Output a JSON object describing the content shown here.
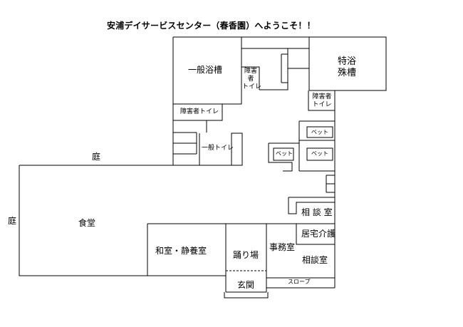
{
  "title": "安浦デイサービスセンター（春香園）へようこそ！！",
  "rooms": {
    "ippan_yokuso": "一般浴槽",
    "shogai_toilet_upper": [
      "障害",
      "者",
      "トイレ"
    ],
    "tokuyoku_line1": "特浴",
    "tokuyoku_line2": "殊槽",
    "shogai_toilet_right": [
      "障害者",
      "トイレ"
    ],
    "shogai_toilet_mid": "障害者トイレ",
    "bed_1": "ベット",
    "bed_2": "ベット",
    "bed_3": "ベット",
    "ippan_toilet": "一般トイレ",
    "niwa_top": "庭",
    "niwa_left": "庭",
    "shokudo": "食堂",
    "soudanshitsu_upper": "相 談 室",
    "kyotaku_kaigo": "居宅介護",
    "washitsu": "和室・静養室",
    "odoriba": "踊り場",
    "jimushitsu": "事務室",
    "soudanshitsu_lower": "相談室",
    "genkan": "玄関",
    "slope": "スロープ"
  }
}
